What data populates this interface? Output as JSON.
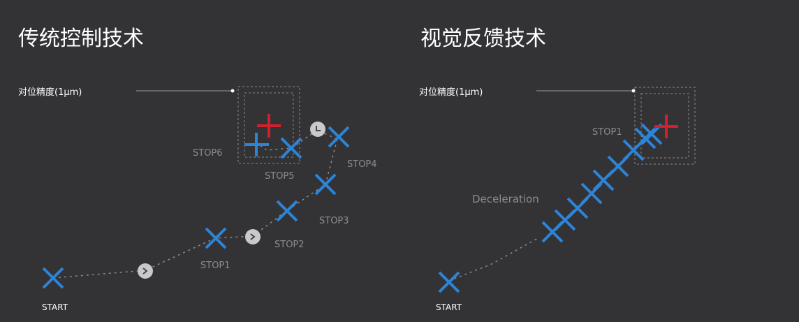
{
  "colors": {
    "background": "#333336",
    "cross_blue": "#2d84d6",
    "cross_red": "#d4202c",
    "path_line": "#8a8a8e",
    "box_line": "#8a8a8e",
    "label": "#8c8c90",
    "stop_badge": "#c9c9c9"
  },
  "left": {
    "title": "传统控制技术",
    "accuracy_label": "对位精度(1μm)",
    "labels": {
      "start": "START",
      "stop1": "STOP1",
      "stop2": "STOP2",
      "stop3": "STOP3",
      "stop4": "STOP4",
      "stop5": "STOP5",
      "stop6": "STOP6"
    }
  },
  "right": {
    "title": "视觉反馈技术",
    "accuracy_label": "对位精度(1μm)",
    "labels": {
      "start": "START",
      "stop1": "STOP1",
      "deceleration": "Deceleration"
    }
  }
}
